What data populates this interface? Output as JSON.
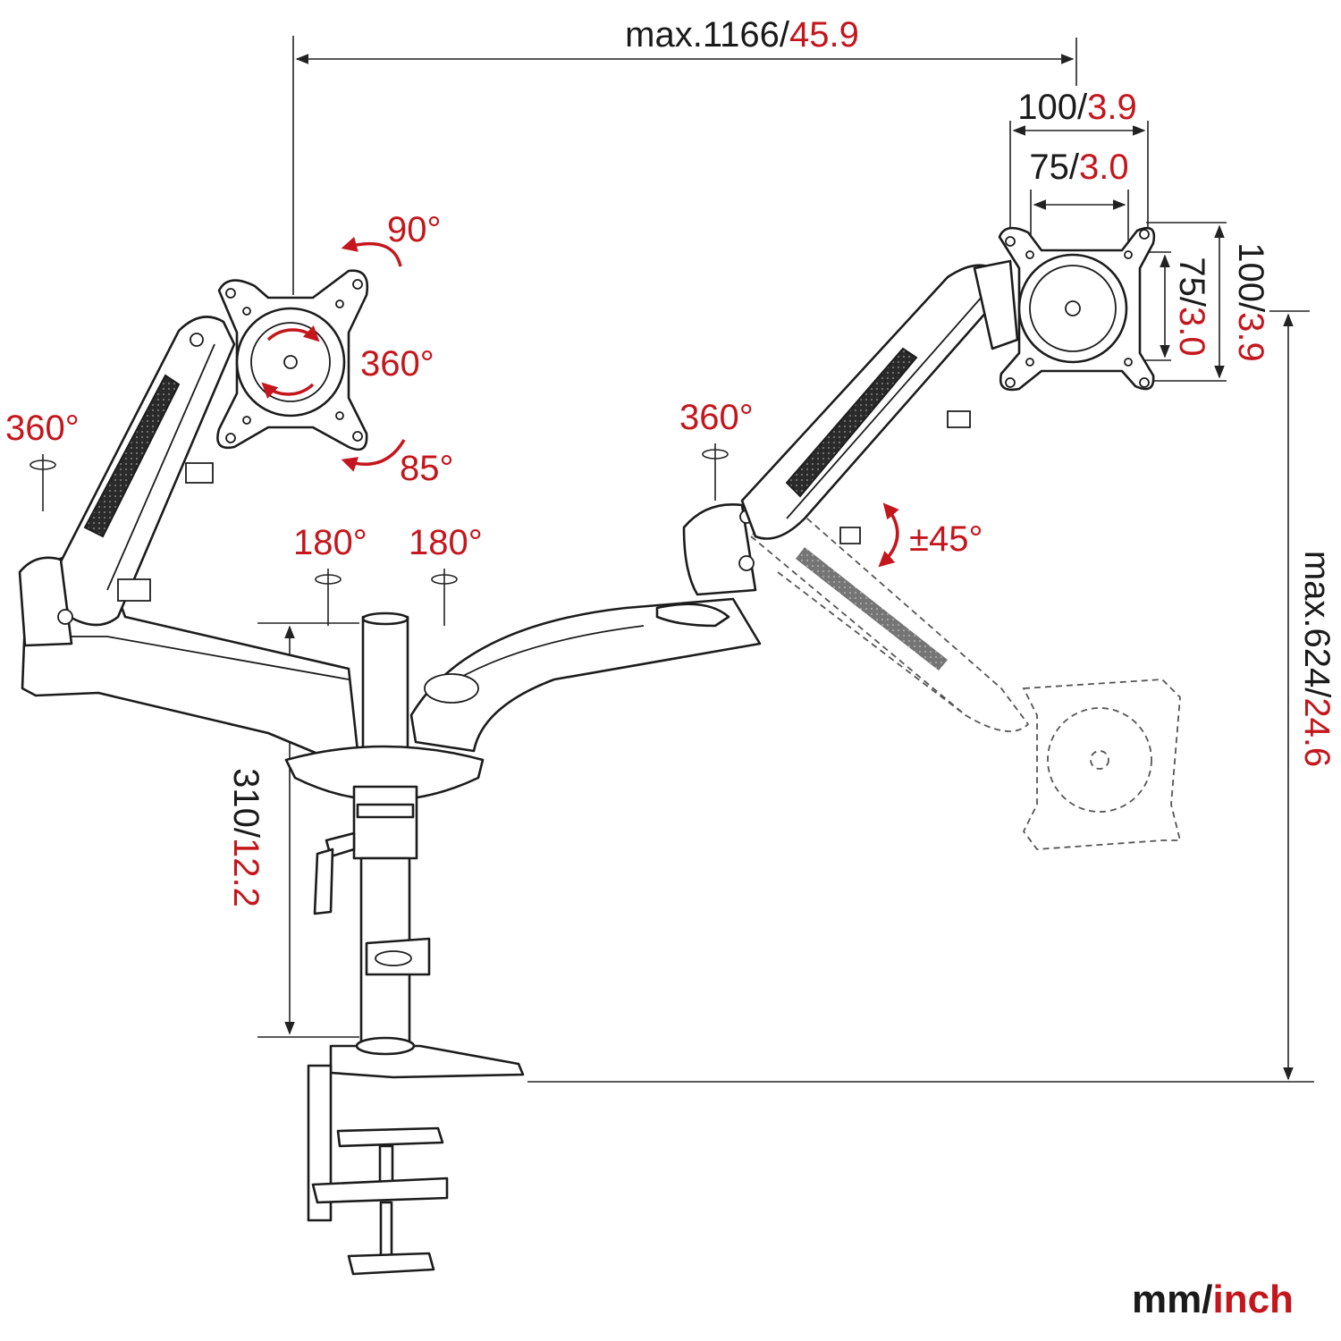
{
  "dimensions": {
    "width_mm": "max.1166/",
    "width_in": "45.9",
    "vesa_outer_mm": "100/",
    "vesa_outer_in": "3.9",
    "vesa_inner_mm": "75/",
    "vesa_inner_in": "3.0",
    "vesa_inner_v_mm": "75/",
    "vesa_inner_v_in": "3.0",
    "vesa_outer_v_mm": "100/",
    "vesa_outer_v_in": "3.9",
    "height_mm": "max.624/",
    "height_in": "24.6",
    "pole_mm": "310/",
    "pole_in": "12.2"
  },
  "angles": {
    "tilt_up": "90°",
    "rotate": "360°",
    "tilt_down": "85°",
    "swivel_left": "360°",
    "swivel_right": "360°",
    "arm_left": "180°",
    "arm_right": "180°",
    "height_adjust": "±45°"
  },
  "units": {
    "metric": "mm/",
    "imperial": "inch"
  },
  "colors": {
    "accent": "#c4161c",
    "ink": "#1a1a1a"
  }
}
